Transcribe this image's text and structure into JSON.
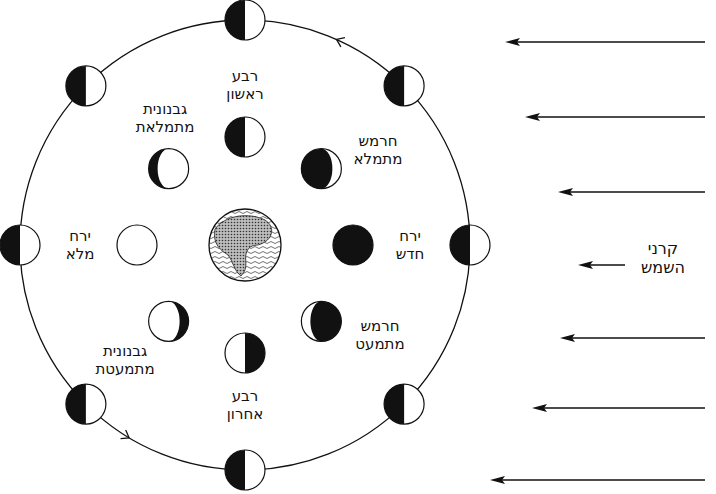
{
  "diagram": {
    "labels": [
      "רבע ראשון",
      "חרמש מתמלא",
      "גבנונית מתמלאת",
      "ירח מלא",
      "ירח חדש",
      "גבנונית מתמעטת",
      "רבע אחרון",
      "חרמש מתמעט",
      "קרני השמש"
    ]
  }
}
